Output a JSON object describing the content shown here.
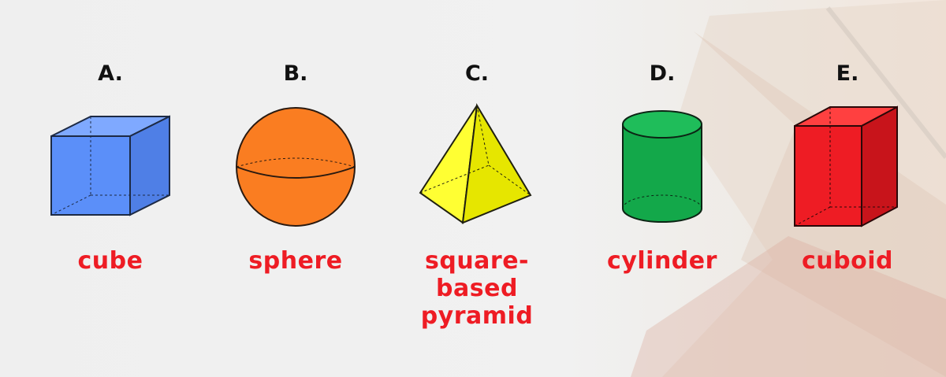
{
  "colors": {
    "label_red": "#ee1c24",
    "cube_fill": "#5b8ff9",
    "sphere_fill": "#fa7d21",
    "pyramid_fill": "#ffff33",
    "cylinder_fill": "#13a84a",
    "cuboid_fill": "#ee1c24"
  },
  "shapes": [
    {
      "letter": "A.",
      "name": "cube",
      "icon": "cube-icon"
    },
    {
      "letter": "B.",
      "name": "sphere",
      "icon": "sphere-icon"
    },
    {
      "letter": "C.",
      "name_lines": [
        "square-",
        "based",
        "pyramid"
      ],
      "icon": "pyramid-icon"
    },
    {
      "letter": "D.",
      "name": "cylinder",
      "icon": "cylinder-icon"
    },
    {
      "letter": "E.",
      "name": "cuboid",
      "icon": "cuboid-icon"
    }
  ]
}
